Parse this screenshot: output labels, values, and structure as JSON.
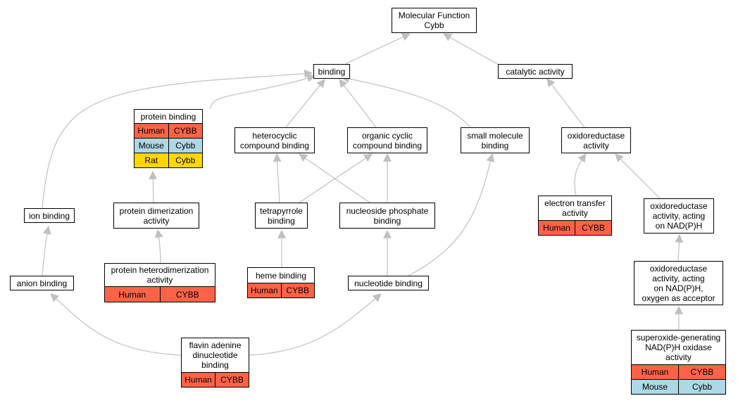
{
  "colors": {
    "edge": "#c0c0c0",
    "node_border": "#000000",
    "human": "#ff6347",
    "mouse": "#add8e6",
    "rat": "#ffd700"
  },
  "nodes": [
    {
      "id": "mf",
      "lines": [
        "Molecular Function",
        "Cybb"
      ],
      "rows": []
    },
    {
      "id": "binding",
      "lines": [
        "binding"
      ],
      "rows": []
    },
    {
      "id": "catalytic",
      "lines": [
        "catalytic activity"
      ],
      "rows": []
    },
    {
      "id": "protein_binding",
      "lines": [
        "protein binding"
      ],
      "rows": [
        {
          "species": "human",
          "cells": [
            "Human",
            "CYBB"
          ]
        },
        {
          "species": "mouse",
          "cells": [
            "Mouse",
            "Cybb"
          ]
        },
        {
          "species": "rat",
          "cells": [
            "Rat",
            "Cybb"
          ]
        }
      ]
    },
    {
      "id": "heterocyclic",
      "lines": [
        "heterocyclic",
        "compound binding"
      ],
      "rows": []
    },
    {
      "id": "organic_cyclic",
      "lines": [
        "organic cyclic",
        "compound binding"
      ],
      "rows": []
    },
    {
      "id": "small_molecule",
      "lines": [
        "small molecule",
        "binding"
      ],
      "rows": []
    },
    {
      "id": "oxidoreductase",
      "lines": [
        "oxidoreductase",
        "activity"
      ],
      "rows": []
    },
    {
      "id": "ion_binding",
      "lines": [
        "ion binding"
      ],
      "rows": []
    },
    {
      "id": "protein_dimerization",
      "lines": [
        "protein dimerization",
        "activity"
      ],
      "rows": []
    },
    {
      "id": "tetrapyrrole",
      "lines": [
        "tetrapyrrole",
        "binding"
      ],
      "rows": []
    },
    {
      "id": "nucleoside_phosphate",
      "lines": [
        "nucleoside phosphate",
        "binding"
      ],
      "rows": []
    },
    {
      "id": "electron_transfer",
      "lines": [
        "electron transfer",
        "activity"
      ],
      "rows": [
        {
          "species": "human",
          "cells": [
            "Human",
            "CYBB"
          ]
        }
      ]
    },
    {
      "id": "oxido_nadph",
      "lines": [
        "oxidoreductase",
        "activity, acting",
        "on NAD(P)H"
      ],
      "rows": []
    },
    {
      "id": "anion_binding",
      "lines": [
        "anion binding"
      ],
      "rows": []
    },
    {
      "id": "heterodimerization",
      "lines": [
        "protein heterodimerization",
        "activity"
      ],
      "rows": [
        {
          "species": "human",
          "cells": [
            "Human",
            "CYBB"
          ]
        }
      ]
    },
    {
      "id": "heme_binding",
      "lines": [
        "heme binding"
      ],
      "rows": [
        {
          "species": "human",
          "cells": [
            "Human",
            "CYBB"
          ]
        }
      ]
    },
    {
      "id": "nucleotide_binding",
      "lines": [
        "nucleotide binding"
      ],
      "rows": []
    },
    {
      "id": "oxido_nadph_oxygen",
      "lines": [
        "oxidoreductase",
        "activity, acting",
        "on NAD(P)H,",
        "oxygen as acceptor"
      ],
      "rows": []
    },
    {
      "id": "fad_binding",
      "lines": [
        "flavin adenine",
        "dinucleotide",
        "binding"
      ],
      "rows": [
        {
          "species": "human",
          "cells": [
            "Human",
            "CYBB"
          ]
        }
      ]
    },
    {
      "id": "superoxide",
      "lines": [
        "superoxide-generating",
        "NAD(P)H oxidase",
        "activity"
      ],
      "rows": [
        {
          "species": "human",
          "cells": [
            "Human",
            "CYBB"
          ]
        },
        {
          "species": "mouse",
          "cells": [
            "Mouse",
            "Cybb"
          ]
        }
      ]
    }
  ]
}
